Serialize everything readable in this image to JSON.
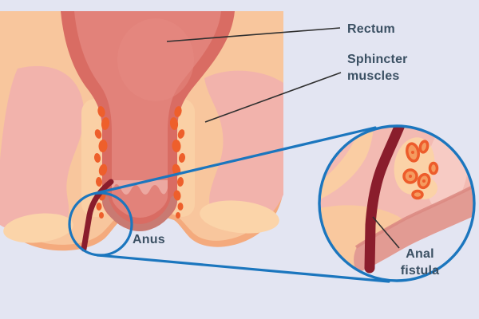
{
  "figure": {
    "title": "Anal fistula medical illustration",
    "views": {
      "main": "anorectal cross-section",
      "inset": "magnified view of the anal fistula tract"
    }
  },
  "labels": {
    "rectum": "Rectum",
    "sphincter_muscles": "Sphincter\nmuscles",
    "anus": "Anus",
    "anal_fistula": "Anal\nfistula"
  },
  "palette": {
    "background": "#E3E5F2",
    "skin_peach": "#F8C69D",
    "skin_shadow": "#F4AA7D",
    "skin_highlight": "#FBD4A9",
    "tissue_pink": "#F2B3AC",
    "rectum_wall": "#D96C63",
    "rectum_lumen": "#E2827A",
    "anal_columns": "#ECA8A1",
    "anal_verge_rim": "#C97A72",
    "sphincter_orange": "#EE5F2B",
    "fistula": "#8A1D2C",
    "callout_blue": "#1B76BE",
    "label_navy": "#3B5063",
    "leader_gray": "#303030"
  }
}
